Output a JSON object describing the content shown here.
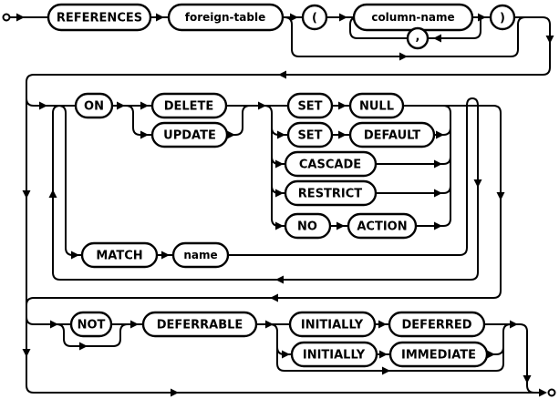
{
  "diagram": {
    "type": "railroad-syntax-diagram",
    "subject": "foreign-key-clause",
    "colors": {
      "line": "#000000",
      "background": "#ffffff"
    },
    "labels": {
      "references": "REFERENCES",
      "foreign_table": "foreign-table",
      "lparen": "(",
      "column_name": "column-name",
      "rparen": ")",
      "comma": ",",
      "on": "ON",
      "delete": "DELETE",
      "update": "UPDATE",
      "set1": "SET",
      "null": "NULL",
      "set2": "SET",
      "default": "DEFAULT",
      "cascade": "CASCADE",
      "restrict": "RESTRICT",
      "no": "NO",
      "action": "ACTION",
      "match": "MATCH",
      "name": "name",
      "not": "NOT",
      "deferrable": "DEFERRABLE",
      "initially1": "INITIALLY",
      "deferred": "DEFERRED",
      "initially2": "INITIALLY",
      "immediate": "IMMEDIATE"
    }
  }
}
